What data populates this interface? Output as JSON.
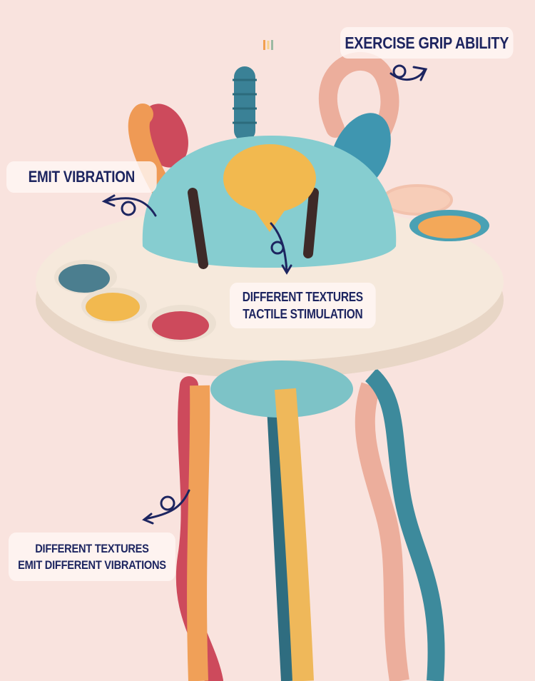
{
  "callouts": {
    "grip": {
      "text": "EXERCISE GRIP ABILITY"
    },
    "vibration": {
      "text": "EMIT VIBRATION"
    },
    "tactile": {
      "line1": "DIFFERENT TEXTURES",
      "line2": "TACTILE STIMULATION"
    },
    "textures_vibrations": {
      "line1": "DIFFERENT TEXTURES",
      "line2": "EMIT DIFFERENT VIBRATIONS"
    }
  },
  "icons": {
    "brand_mark": "three-bars-logo-icon",
    "arrows": [
      "curly-arrow-right-icon",
      "curly-arrow-left-icon",
      "curly-arrow-down-icon",
      "curly-arrow-left-icon"
    ]
  },
  "colors": {
    "background": "#f9e3de",
    "label_text": "#1d2560",
    "label_bg": "#fff6f4",
    "disc": "#f6e9dc",
    "dome": "#86cdd0",
    "teal": "#3d8a9c",
    "orange": "#ef9a55",
    "yellow": "#f2b94f",
    "crimson": "#cd4a5c",
    "pink": "#ecae9c"
  }
}
